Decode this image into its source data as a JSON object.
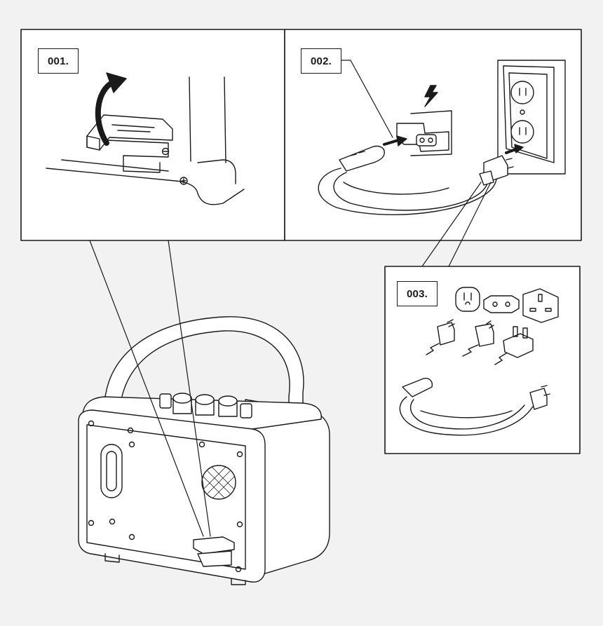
{
  "steps": [
    {
      "label": "001."
    },
    {
      "label": "002."
    },
    {
      "label": "003."
    }
  ],
  "colors": {
    "background": "#f2f2f2",
    "panel": "#ffffff",
    "line": "#1a1a1a"
  },
  "icons": [
    "lift-arrow-icon",
    "lightning-bolt-icon",
    "push-arrow-icon",
    "wall-outlet-icon",
    "plug-type-icon"
  ]
}
